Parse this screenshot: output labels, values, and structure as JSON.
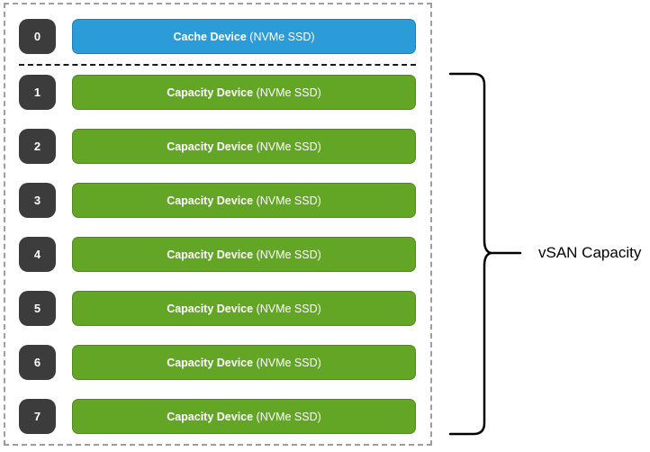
{
  "colors": {
    "cache_fill": "#2B9CD8",
    "cache_stroke": "#1E7FB8",
    "capacity_fill": "#63A626",
    "capacity_stroke": "#4E8A1E",
    "badge_bg": "#3C3C3C",
    "text_on_fill": "#FFFFFF",
    "border_dash": "#9E9E9E",
    "brace_stroke": "#000000"
  },
  "disk_group": {
    "rows": [
      {
        "index": "0",
        "type": "cache",
        "name": "Cache Device",
        "subtitle": " (NVMe SSD)"
      },
      {
        "index": "1",
        "type": "capacity",
        "name": "Capacity Device",
        "subtitle": " (NVMe SSD)"
      },
      {
        "index": "2",
        "type": "capacity",
        "name": "Capacity Device",
        "subtitle": " (NVMe SSD)"
      },
      {
        "index": "3",
        "type": "capacity",
        "name": "Capacity Device",
        "subtitle": " (NVMe SSD)"
      },
      {
        "index": "4",
        "type": "capacity",
        "name": "Capacity Device",
        "subtitle": " (NVMe SSD)"
      },
      {
        "index": "5",
        "type": "capacity",
        "name": "Capacity Device",
        "subtitle": " (NVMe SSD)"
      },
      {
        "index": "6",
        "type": "capacity",
        "name": "Capacity Device",
        "subtitle": " (NVMe SSD)"
      },
      {
        "index": "7",
        "type": "capacity",
        "name": "Capacity Device",
        "subtitle": " (NVMe SSD)"
      }
    ]
  },
  "brace": {
    "label": "vSAN Capacity"
  }
}
